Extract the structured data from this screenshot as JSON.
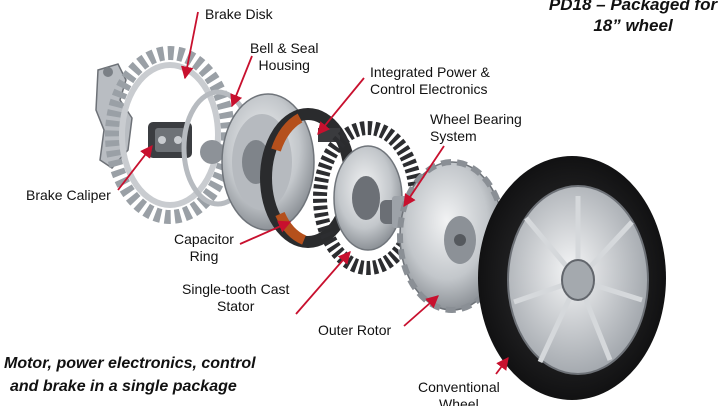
{
  "header": {
    "line1": "PD18 – Packaged for",
    "line2": "18” wheel"
  },
  "caption": {
    "line1": "Motor, power electronics, control",
    "line2": "and brake in a single package"
  },
  "labels": {
    "brake_disk": "Brake Disk",
    "bell_seal": [
      "Bell & Seal",
      "Housing"
    ],
    "power_electronics": [
      "Integrated Power &",
      "Control Electronics"
    ],
    "wheel_bearing": [
      "Wheel Bearing",
      "System"
    ],
    "brake_caliper": "Brake Caliper",
    "capacitor_ring": [
      "Capacitor",
      "Ring"
    ],
    "stator": [
      "Single-tooth Cast",
      "Stator"
    ],
    "outer_rotor": "Outer Rotor",
    "conventional_wheel": [
      "Conventional",
      "Wheel"
    ]
  },
  "colors": {
    "arrow": "#c8102e",
    "metal_light": "#d4d7da",
    "metal_mid": "#a9adb2",
    "metal_dark": "#5c6066",
    "tire": "#1d1d1f",
    "electronics_orange": "#b5501c"
  }
}
